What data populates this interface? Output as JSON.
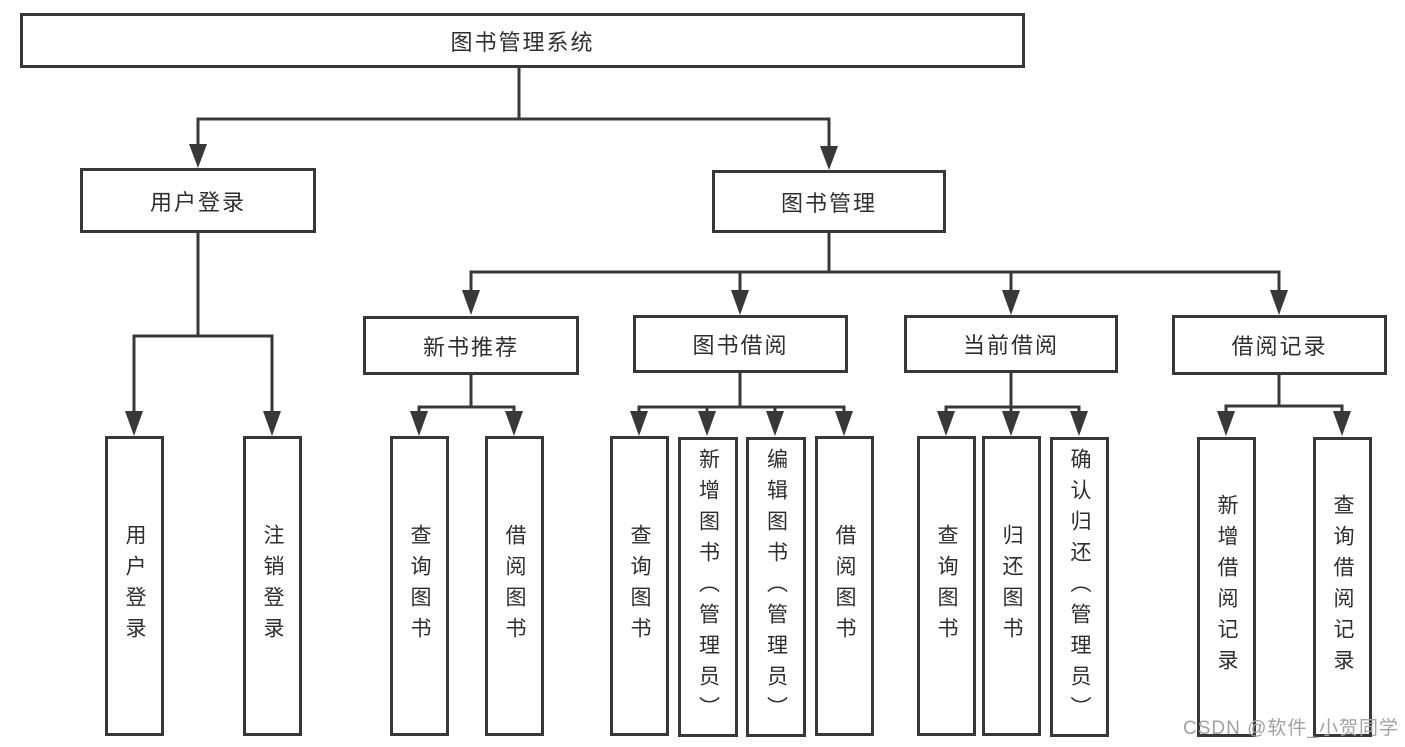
{
  "diagram": {
    "type": "functional-structure-hierarchy",
    "background_color": "#ffffff",
    "line_color": "#383838",
    "text_color": "#2f2f2f",
    "watermark_color": "#a2a2a2",
    "nodes": {
      "root": {
        "label": "图书管理系统"
      },
      "user_login_group": {
        "label": "用户登录"
      },
      "book_management": {
        "label": "图书管理"
      },
      "new_book_recommend": {
        "label": "新书推荐"
      },
      "book_borrowing": {
        "label": "图书借阅"
      },
      "current_borrowing": {
        "label": "当前借阅"
      },
      "borrowing_records": {
        "label": "借阅记录"
      },
      "user_login": {
        "label": "用户登录"
      },
      "logout": {
        "label": "注销登录"
      },
      "nb_query_books": {
        "label": "查询图书"
      },
      "nb_borrow_books": {
        "label": "借阅图书"
      },
      "bb_query_books": {
        "label": "查询图书"
      },
      "bb_add_books": {
        "label": "新增图书（管理员）"
      },
      "bb_edit_books": {
        "label": "编辑图书（管理员）"
      },
      "bb_borrow_books": {
        "label": "借阅图书"
      },
      "cb_query_books": {
        "label": "查询图书"
      },
      "cb_return_books": {
        "label": "归还图书"
      },
      "cb_confirm_return": {
        "label": "确认归还（管理员）"
      },
      "br_add_record": {
        "label": "新增借阅记录"
      },
      "br_query_record": {
        "label": "查询借阅记录"
      }
    },
    "hierarchy": {
      "图书管理系统": [
        "用户登录",
        "图书管理"
      ],
      "用户登录": [
        "用户登录",
        "注销登录"
      ],
      "图书管理": [
        "新书推荐",
        "图书借阅",
        "当前借阅",
        "借阅记录"
      ],
      "新书推荐": [
        "查询图书",
        "借阅图书"
      ],
      "图书借阅": [
        "查询图书",
        "新增图书（管理员）",
        "编辑图书（管理员）",
        "借阅图书"
      ],
      "当前借阅": [
        "查询图书",
        "归还图书",
        "确认归还（管理员）"
      ],
      "借阅记录": [
        "新增借阅记录",
        "查询借阅记录"
      ]
    },
    "watermark": "CSDN @软件_小贺同学"
  }
}
